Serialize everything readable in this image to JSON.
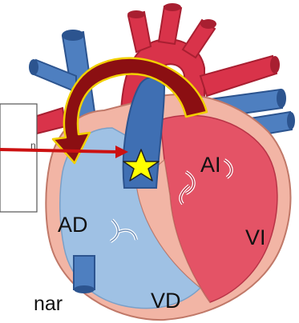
{
  "labels": {
    "left_atrium": "AI",
    "right_atrium": "AD",
    "left_ventricle": "VI",
    "right_ventricle": "VD",
    "cut_word_fragment": "nar",
    "box_edge_fragment": "n"
  },
  "colors": {
    "vein_blue": "#4e7fc0",
    "vein_blue_dark": "#2c548f",
    "right_chamber_blue": "#9fc1e4",
    "artery_red": "#d9334a",
    "artery_red_dark": "#a81f31",
    "left_chamber_red": "#e45366",
    "myocardium": "#f2b5a5",
    "myocardium_edge": "#c07868",
    "curved_arrow_fill": "#8b0f12",
    "curved_arrow_outline": "#f2d000",
    "pointer_arrow": "#cc1111",
    "star_fill": "#ffff00",
    "box_border": "#555555"
  },
  "icons": {
    "curved_arrow": "curved-arrow-icon",
    "pointer_arrow": "right-arrow-icon",
    "marker": "star-icon"
  }
}
